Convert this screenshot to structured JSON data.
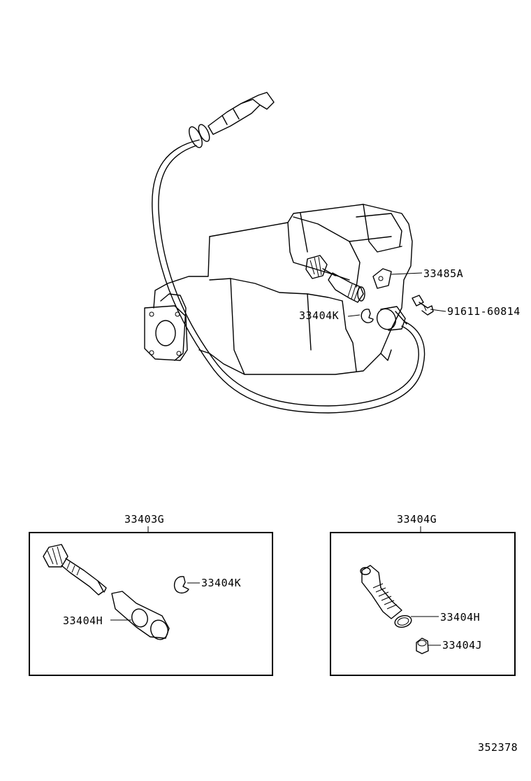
{
  "labels": {
    "main": {
      "p33485A": "33485A",
      "p91611": "91611-60814",
      "p33404K": "33404K"
    },
    "kit_left": {
      "title": "33403G",
      "p33404K": "33404K",
      "p33404H": "33404H"
    },
    "kit_right": {
      "title": "33404G",
      "p33404H": "33404H",
      "p33404J": "33404J"
    },
    "diagram_number": "352378"
  }
}
